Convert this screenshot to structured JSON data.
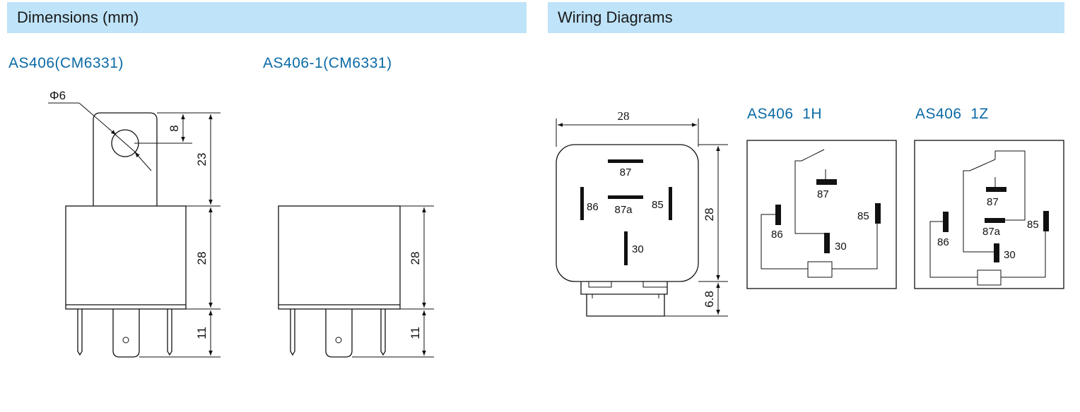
{
  "sections": {
    "dimensions_title": "Dimensions (mm)",
    "wiring_title": "Wiring Diagrams"
  },
  "models": {
    "as406": "AS406(CM6331)",
    "as406_1": "AS406-1(CM6331)"
  },
  "dimension_drawing": {
    "phi_label": "Φ6",
    "dim_8": "8",
    "dim_23": "23",
    "dim_28": "28",
    "dim_11": "11"
  },
  "pin_layout": {
    "width": "28",
    "height": "28",
    "base": "6.8",
    "pins": {
      "p87": "87",
      "p87a": "87a",
      "p86": "86",
      "p85": "85",
      "p30": "30"
    }
  },
  "circuit_1h": {
    "title": "AS406  1H",
    "pins": {
      "p87": "87",
      "p86": "86",
      "p85": "85",
      "p30": "30"
    }
  },
  "circuit_1z": {
    "title": "AS406  1Z",
    "pins": {
      "p87": "87",
      "p87a": "87a",
      "p86": "86",
      "p85": "85",
      "p30": "30"
    }
  },
  "colors": {
    "header_bg": "#bfe3f8",
    "model_text": "#0a6aa6"
  }
}
